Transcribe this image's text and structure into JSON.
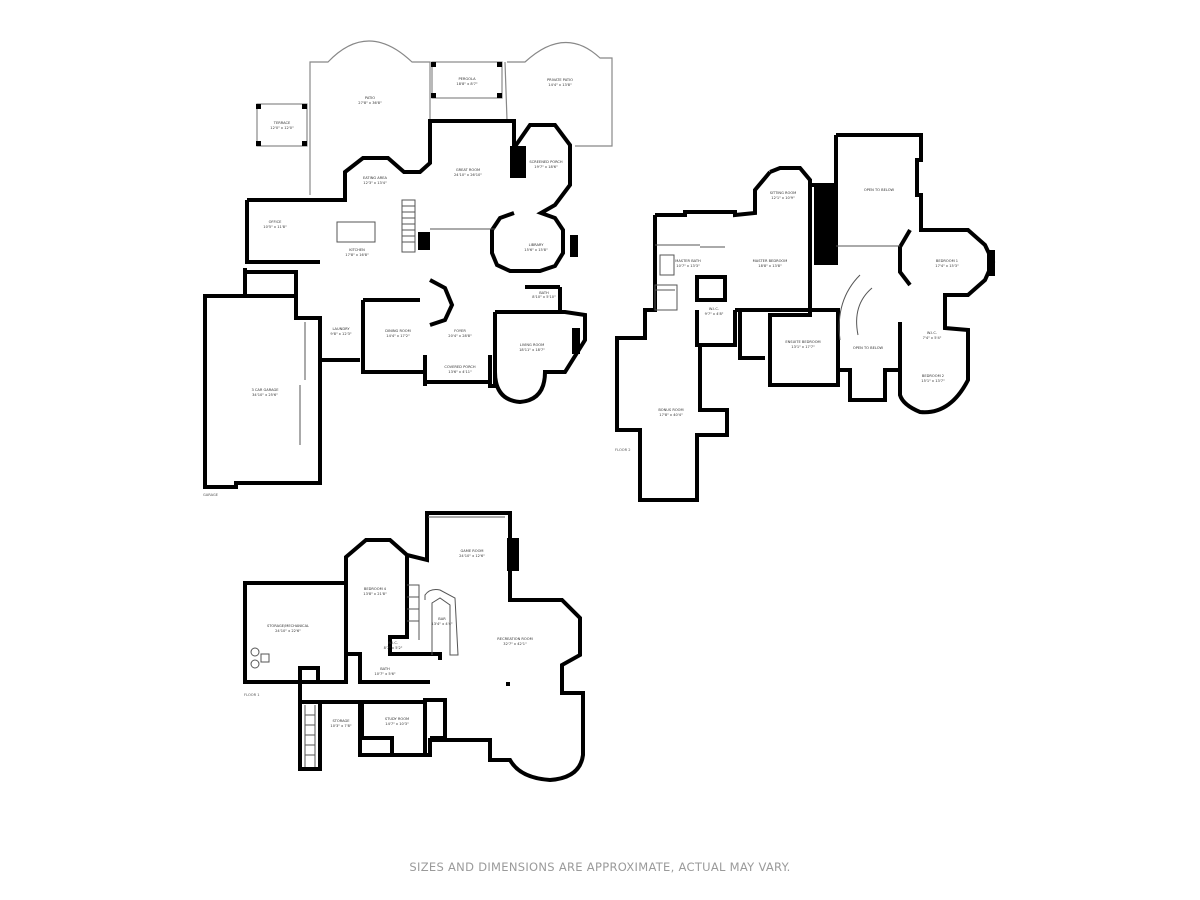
{
  "floors": {
    "main": {
      "name": "GARAGE",
      "rooms": [
        {
          "name": "TERRACE",
          "dims": "12'0\" x 12'0\""
        },
        {
          "name": "PATIO",
          "dims": "27'8\" x 36'8\""
        },
        {
          "name": "PERGOLA",
          "dims": "18'8\" x 8'7\""
        },
        {
          "name": "PRIVATE PATIO",
          "dims": "14'4\" x 13'8\""
        },
        {
          "name": "GREAT ROOM",
          "dims": "24'10\" x 26'10\""
        },
        {
          "name": "SCREENED PORCH",
          "dims": "19'7\" x 18'6\""
        },
        {
          "name": "EATING AREA",
          "dims": "12'3\" x 13'4\""
        },
        {
          "name": "OFFICE",
          "dims": "10'5\" x 11'8\""
        },
        {
          "name": "KITCHEN",
          "dims": "17'8\" x 16'8\""
        },
        {
          "name": "LIBRARY",
          "dims": "15'6\" x 15'8\""
        },
        {
          "name": "BATH",
          "dims": "8'10\" x 5'10\""
        },
        {
          "name": "LAUNDRY",
          "dims": "9'8\" x 12'3\""
        },
        {
          "name": "DINING ROOM",
          "dims": "14'4\" x 17'2\""
        },
        {
          "name": "FOYER",
          "dims": "20'4\" x 28'8\""
        },
        {
          "name": "LIVING ROOM",
          "dims": "18'11\" x 18'7\""
        },
        {
          "name": "COVERED PORCH",
          "dims": "13'6\" x 4'11\""
        },
        {
          "name": "3 CAR GARAGE",
          "dims": "34'10\" x 25'6\""
        }
      ]
    },
    "upper": {
      "name": "FLOOR 2",
      "rooms": [
        {
          "name": "SITTING ROOM",
          "dims": "12'1\" x 10'9\""
        },
        {
          "name": "OPEN TO BELOW",
          "dims": ""
        },
        {
          "name": "MASTER BATH",
          "dims": "10'7\" x 13'3\""
        },
        {
          "name": "MASTER BEDROOM",
          "dims": "18'8\" x 13'8\""
        },
        {
          "name": "BEDROOM 1",
          "dims": "17'4\" x 15'3\""
        },
        {
          "name": "W.I.C.",
          "dims": "9'7\" x 4'8\""
        },
        {
          "name": "W.I.C.",
          "dims": "7'4\" x 5'4\""
        },
        {
          "name": "ENSUITE BEDROOM",
          "dims": "13'1\" x 17'7\""
        },
        {
          "name": "OPEN TO BELOW",
          "dims": ""
        },
        {
          "name": "BEDROOM 2",
          "dims": "15'1\" x 13'7\""
        },
        {
          "name": "BONUS ROOM",
          "dims": "17'8\" x 40'4\""
        }
      ]
    },
    "lower": {
      "name": "FLOOR 1",
      "rooms": [
        {
          "name": "STORAGE/MECHANICAL",
          "dims": "24'10\" x 22'6\""
        },
        {
          "name": "BEDROOM 4",
          "dims": "13'8\" x 21'8\""
        },
        {
          "name": "GAME ROOM",
          "dims": "24'10\" x 12'6\""
        },
        {
          "name": "RECREATION ROOM",
          "dims": "32'7\" x 42'1\""
        },
        {
          "name": "W.I.C.",
          "dims": "8'7\" x 5'2\""
        },
        {
          "name": "BATH",
          "dims": "10'7\" x 5'6\""
        },
        {
          "name": "STORAGE",
          "dims": "10'3\" x 7'8\""
        },
        {
          "name": "STUDY ROOM",
          "dims": "14'7\" x 10'3\""
        },
        {
          "name": "BAR",
          "dims": "13'4\" x 4'4\""
        }
      ]
    }
  },
  "footer": {
    "disclaimer": "SIZES AND DIMENSIONS ARE APPROXIMATE, ACTUAL MAY VARY."
  }
}
